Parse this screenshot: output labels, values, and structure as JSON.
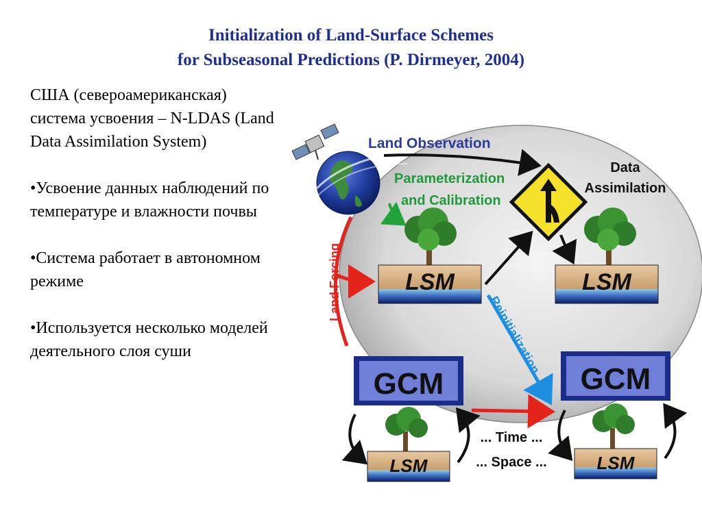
{
  "slide": {
    "title_line1": "Initialization of Land-Surface Schemes",
    "title_line2": "for Subseasonal Predictions (P. Dirmeyer, 2004)"
  },
  "text": {
    "intro": "США (североамериканская) система усвоения – N-LDAS (Land Data Assimilation System)",
    "bullet1": "•Усвоение данных наблюдений по температуре и влажности почвы",
    "bullet2": "•Система работает в автономном режиме",
    "bullet3": "•Используется несколько моделей деятельного слоя суши"
  },
  "diagram": {
    "land_observation": "Land Observation",
    "param_line1": "Parameterization",
    "param_line2": "and Calibration",
    "da_line1": "Data",
    "da_line2": "Assimilation",
    "land_forcing": "Land Forcing",
    "reinitialization": "Reinitialization",
    "lsm": "LSM",
    "gcm": "GCM",
    "time": "... Time ...",
    "space": "... Space ..."
  }
}
